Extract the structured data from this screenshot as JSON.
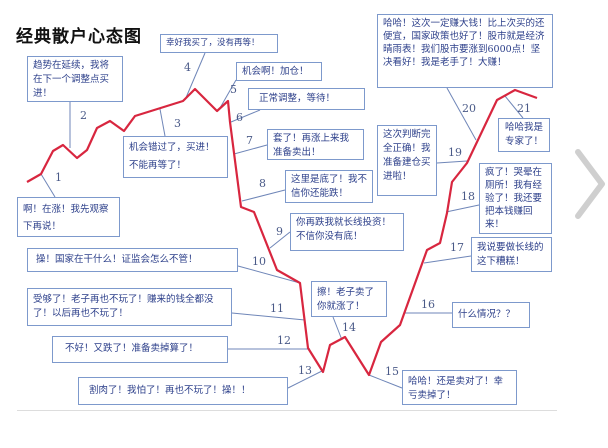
{
  "title": "经典散户心态图",
  "steps": [
    {
      "n": "1",
      "text": "啊！在涨！我先观察下再说！"
    },
    {
      "n": "2",
      "text": "趋势在延续，我将在下一个调整点买进！"
    },
    {
      "n": "3",
      "text": "机会错过了，买进！不能再等了！"
    },
    {
      "n": "4",
      "text": "幸好我买了，没有再等！"
    },
    {
      "n": "5",
      "text": "机会啊！加仓！"
    },
    {
      "n": "6",
      "text": "正常调整，等待！"
    },
    {
      "n": "7",
      "text": "套了！再涨上来我准备卖出！"
    },
    {
      "n": "8",
      "text": "这里是底了！我不信你还能跌！"
    },
    {
      "n": "9",
      "text": "你再跌我就长线投资！不信你没有底！"
    },
    {
      "n": "10",
      "text": "操！国家在干什么！证监会怎么不管！"
    },
    {
      "n": "11",
      "text": "受够了！老子再也不玩了！赚来的钱全都没了！以后再也不玩了！"
    },
    {
      "n": "12",
      "text": "不好！又跌了！准备卖掉算了！"
    },
    {
      "n": "13",
      "text": "割肉了！我怕了！再也不玩了！操！！"
    },
    {
      "n": "14",
      "text": "擦！老子卖了你就涨了！"
    },
    {
      "n": "15",
      "text": "哈哈！还是卖对了！幸亏卖掉了！"
    },
    {
      "n": "16",
      "text": "什么情况？？"
    },
    {
      "n": "17",
      "text": "我说要做长线的这下糟糕！"
    },
    {
      "n": "18",
      "text": "疯了！哭晕在厕所！我有经验了！我还要把本钱赚回来！"
    },
    {
      "n": "19",
      "text": "这次判断完全正确！我准备建仓买进啦！"
    },
    {
      "n": "20",
      "text": "哈哈！这次一定赚大钱！比上次买的还便宜，国家政策也好了！股市就是经济晴雨表！我们股市要涨到6000点！坚决看好！我是老手了！大赚！"
    },
    {
      "n": "21",
      "text": "哈哈我是专家了！"
    }
  ],
  "colors": {
    "line": "#d8263f",
    "box_border": "#7d99cc",
    "text": "#2c3f8a"
  },
  "nav": {
    "next_icon": "chevron-right-icon"
  }
}
